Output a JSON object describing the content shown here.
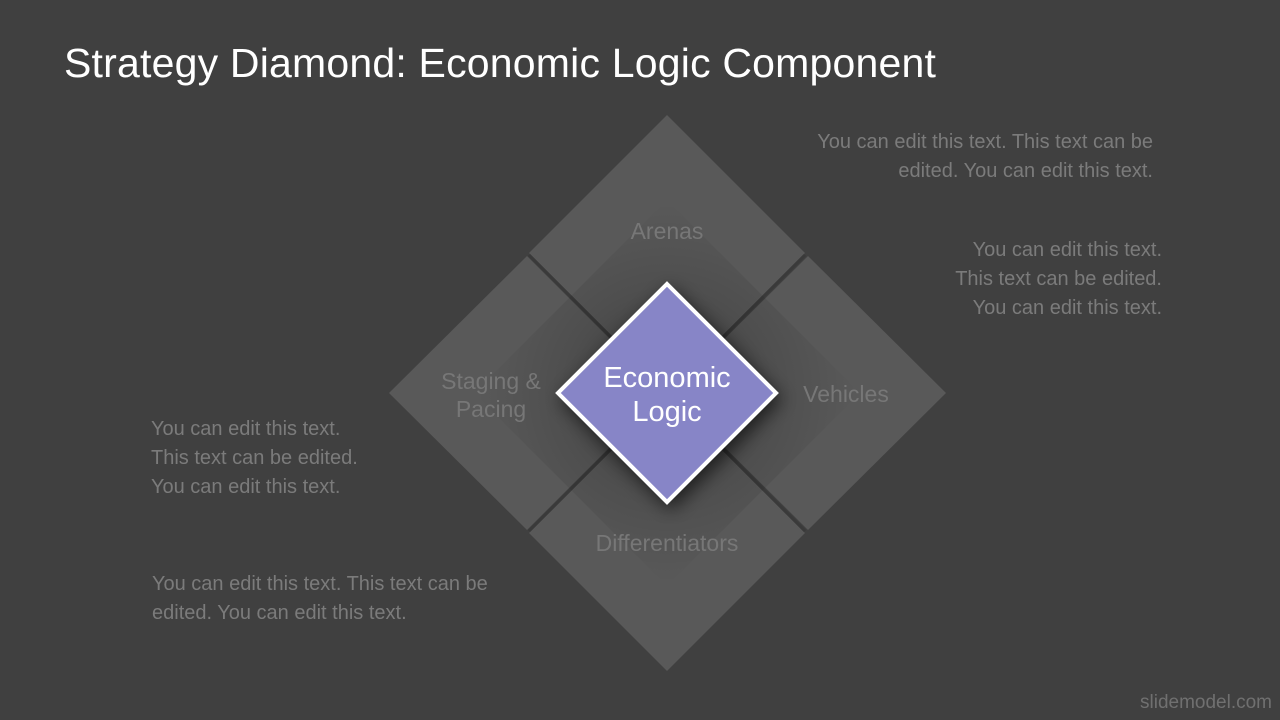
{
  "slide": {
    "title": "Strategy Diamond: Economic Logic Component",
    "watermark": "slidemodel.com"
  },
  "colors": {
    "background": "#404040",
    "segment_fill": "#595959",
    "center_fill": "#8785c7",
    "center_border": "#ffffff",
    "segment_text": "#777777",
    "note_text": "#7b7b7b",
    "title_text": "#ffffff"
  },
  "diagram": {
    "center": {
      "label_line1": "Economic",
      "label_line2": "Logic"
    },
    "segments": [
      {
        "position": "top",
        "label_line1": "Arenas"
      },
      {
        "position": "left",
        "label_line1": "Staging &",
        "label_line2": "Pacing"
      },
      {
        "position": "right",
        "label_line1": "Vehicles"
      },
      {
        "position": "bottom",
        "label_line1": "Differentiators"
      }
    ]
  },
  "notes": {
    "top_right_1": {
      "line1": "You can edit this text. This text can be",
      "line2": "edited. You can edit this text."
    },
    "top_right_2": {
      "line1": "You can edit this text.",
      "line2": "This text can be edited.",
      "line3": "You can edit this text."
    },
    "bottom_left_1": {
      "line1": "You can edit this text.",
      "line2": "This text can be edited.",
      "line3": "You can edit this text."
    },
    "bottom_left_2": {
      "line1": "You can edit this text. This text can be",
      "line2": "edited. You can edit this text."
    }
  }
}
